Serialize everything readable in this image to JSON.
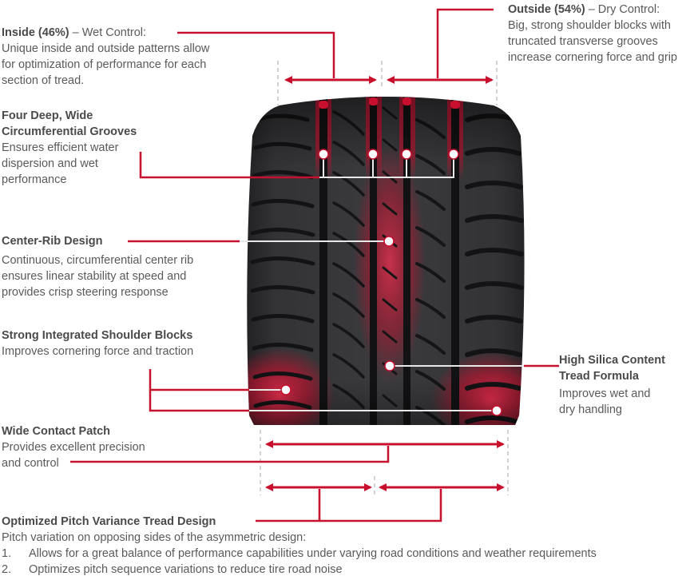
{
  "colors": {
    "accent": "#c8102e",
    "tire_dark": "#2b2b2d",
    "tire_mid": "#3a3a3c",
    "groove": "#141416",
    "text": "#5a5a5a",
    "heading": "#4a4a4a",
    "guide_line": "#bbbbbb"
  },
  "callouts": {
    "inside": {
      "title": "Inside (46%)",
      "title_suffix": " – Wet Control:",
      "lines": [
        "Unique inside and outside patterns allow",
        "for optimization of performance for each",
        "section of tread."
      ]
    },
    "outside": {
      "title": "Outside (54%)",
      "title_suffix": " – Dry Control:",
      "lines": [
        "Big, strong shoulder blocks with",
        "truncated transverse grooves",
        "increase cornering force and grip"
      ]
    },
    "grooves": {
      "title_lines": [
        "Four Deep, Wide",
        "Circumferential Grooves"
      ],
      "lines": [
        "Ensures efficient water",
        "dispersion and wet",
        "performance"
      ]
    },
    "center_rib": {
      "title": "Center-Rib Design",
      "lines": [
        "Continuous, circumferential center rib",
        "ensures linear stability at speed and",
        "provides crisp steering response"
      ]
    },
    "shoulder": {
      "title": "Strong Integrated Shoulder Blocks",
      "lines": [
        "Improves cornering force and traction"
      ]
    },
    "silica": {
      "title_lines": [
        "High Silica Content",
        "Tread Formula"
      ],
      "lines": [
        "Improves wet and",
        "dry handling"
      ]
    },
    "contact_patch": {
      "title": "Wide Contact Patch",
      "lines": [
        "Provides excellent precision",
        "and control"
      ]
    },
    "pitch": {
      "title": "Optimized Pitch Variance Tread Design",
      "intro": "Pitch variation on opposing sides of the asymmetric design:",
      "items": [
        {
          "num": "1.",
          "text": "Allows for a great balance of performance capabilities under varying road conditions and weather requirements"
        },
        {
          "num": "2.",
          "text": "Optimizes pitch sequence variations to reduce tire road noise"
        }
      ]
    }
  }
}
